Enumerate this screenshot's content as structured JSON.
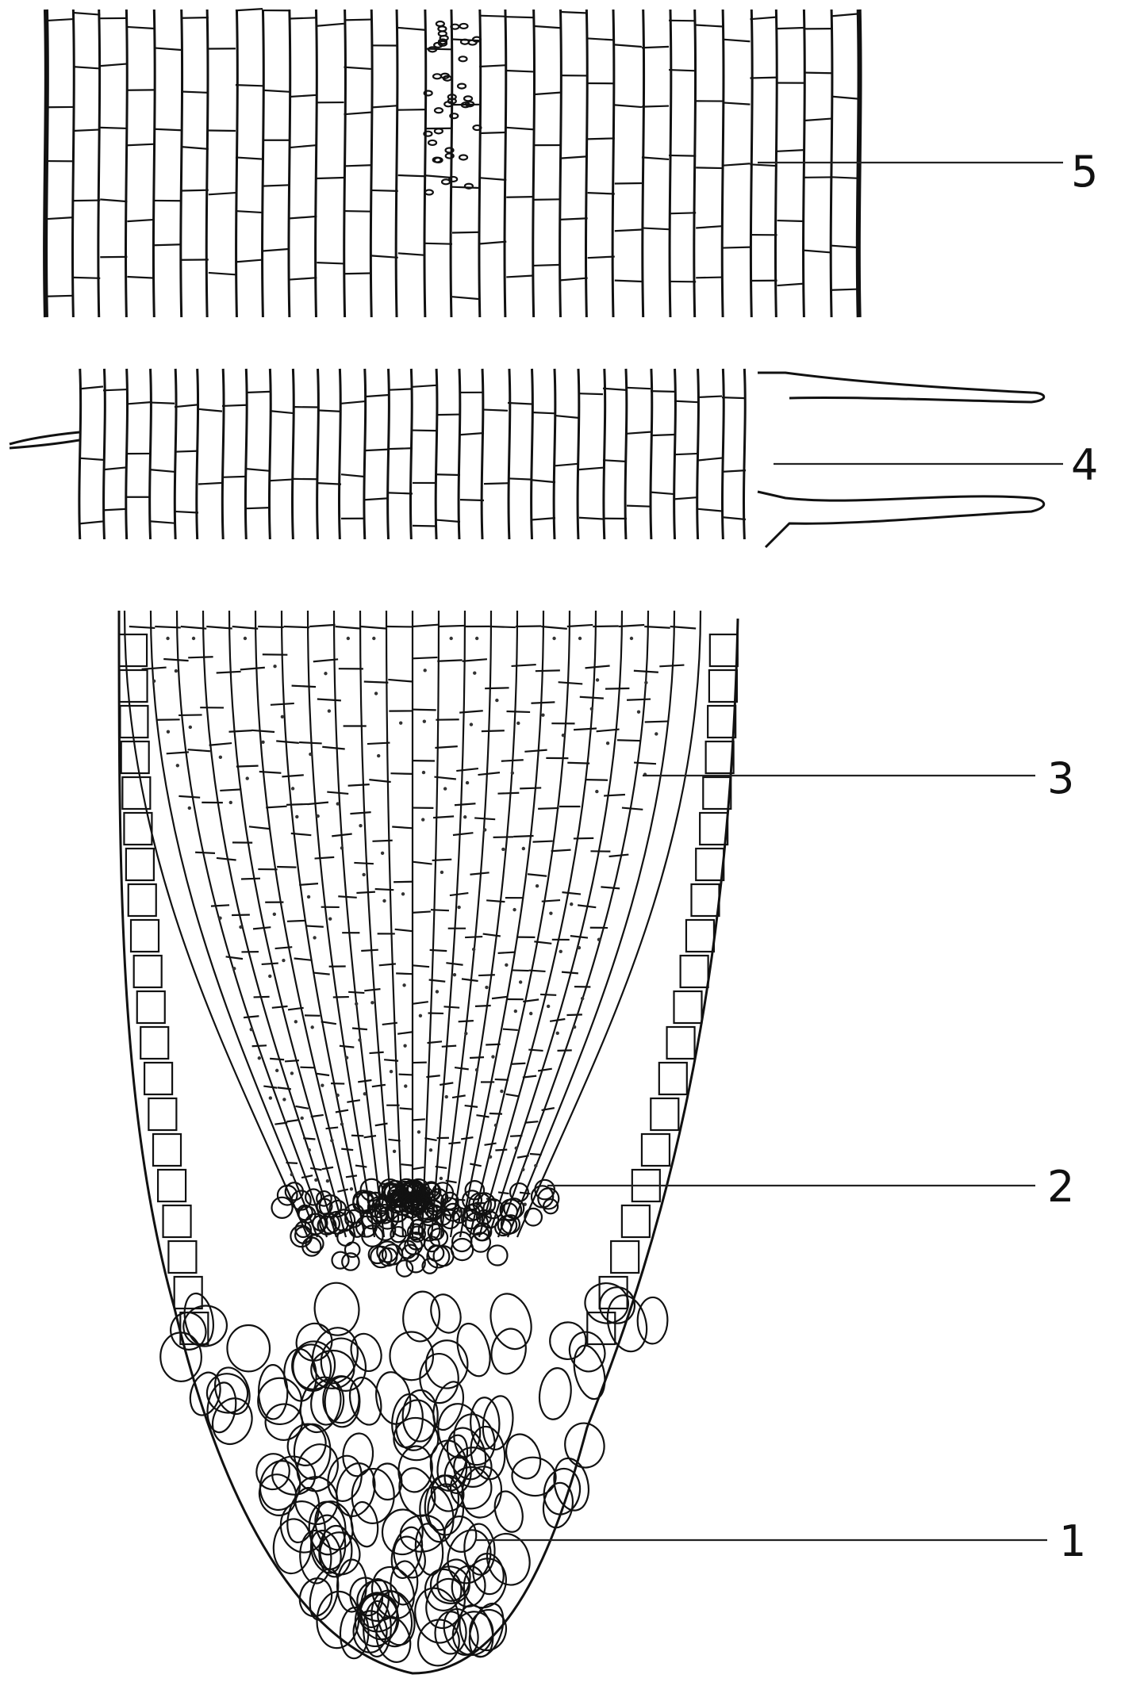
{
  "figure": {
    "labels": [
      {
        "id": "label-5",
        "text": "5"
      },
      {
        "id": "label-4",
        "text": "4"
      },
      {
        "id": "label-3",
        "text": "3"
      },
      {
        "id": "label-2",
        "text": "2"
      },
      {
        "id": "label-1",
        "text": "1"
      }
    ]
  }
}
